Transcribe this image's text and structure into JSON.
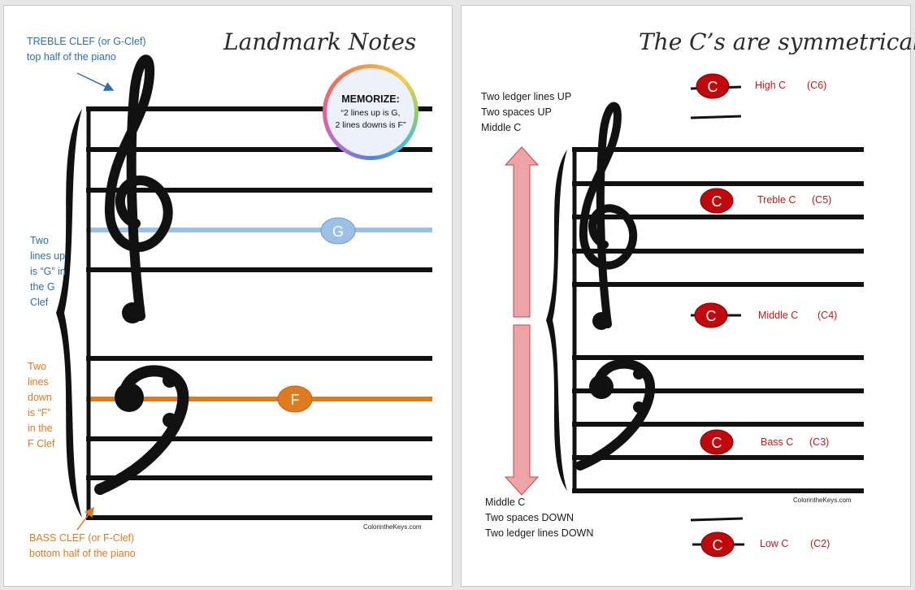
{
  "left": {
    "title": "Landmark Notes",
    "treble_label": [
      "TREBLE CLEF (or G-Clef)",
      "top half of the piano"
    ],
    "memorize_title": "MEMORIZE:",
    "memorize_lines": [
      "“2 lines up is G,",
      "2 lines downs is F”"
    ],
    "g_note_letter": "G",
    "f_note_letter": "F",
    "g_explain": [
      "Two",
      "lines up",
      "is “G” in",
      "the G",
      "Clef"
    ],
    "f_explain": [
      "Two",
      "lines",
      "down",
      "is “F”",
      "in the",
      "F Clef"
    ],
    "bass_label": [
      "BASS CLEF (or F-Clef)",
      "bottom half of the piano"
    ],
    "credit": "ColorintheKeys.com",
    "colors": {
      "blue": "#2e6fad",
      "g_line": "#9cc0e6",
      "orange": "#e07a1f"
    }
  },
  "right": {
    "title": "The C’s are symmetrical",
    "up_text": [
      "Two ledger lines UP",
      "Two spaces UP",
      "Middle C"
    ],
    "down_text": [
      "Middle C",
      "Two spaces DOWN",
      "Two ledger lines DOWN"
    ],
    "note_letter": "C",
    "c_notes": [
      {
        "name": "High C",
        "code": "(C6)"
      },
      {
        "name": "Treble C",
        "code": "(C5)"
      },
      {
        "name": "Middle C",
        "code": "(C4)"
      },
      {
        "name": "Bass C",
        "code": "(C3)"
      },
      {
        "name": "Low C",
        "code": "(C2)"
      }
    ],
    "credit": "ColorintheKeys.com",
    "colors": {
      "note_red": "#c0080d",
      "arrow_fill": "#eea3a6",
      "arrow_stroke": "#c9434a"
    }
  }
}
